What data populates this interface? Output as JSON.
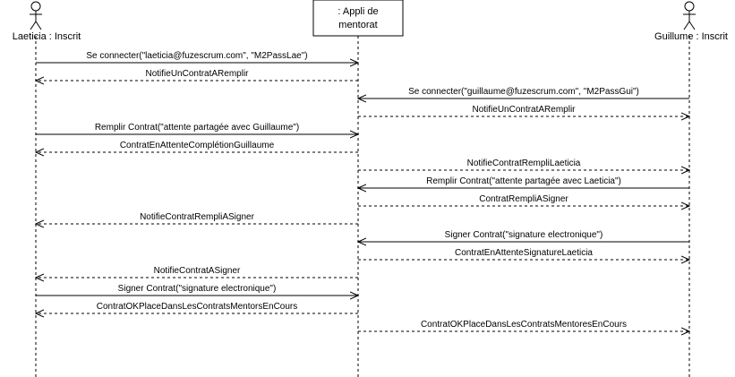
{
  "actors": {
    "left": {
      "label": "Laeticia : Inscrit"
    },
    "right": {
      "label": "Guillume : Inscrit"
    }
  },
  "system": {
    "line1": ": Appli de",
    "line2": "mentorat"
  },
  "messages": [
    {
      "label": "Se connecter(\"laeticia@fuzescrum.com\", \"M2PassLae\")",
      "from": "laeticia",
      "to": "appli",
      "kind": "solid"
    },
    {
      "label": "NotifieUnContratARemplir",
      "from": "appli",
      "to": "laeticia",
      "kind": "dashed"
    },
    {
      "label": "Se connecter(\"guillaume@fuzescrum.com\", \"M2PassGui\")",
      "from": "guillaume",
      "to": "appli",
      "kind": "solid"
    },
    {
      "label": "NotifieUnContratARemplir",
      "from": "appli",
      "to": "guillaume",
      "kind": "dashed"
    },
    {
      "label": "Remplir Contrat(\"attente partagée avec Guillaume\")",
      "from": "laeticia",
      "to": "appli",
      "kind": "solid"
    },
    {
      "label": "ContratEnAttenteComplétionGuillaume",
      "from": "appli",
      "to": "laeticia",
      "kind": "dashed"
    },
    {
      "label": "NotifieContratRempliLaeticia",
      "from": "appli",
      "to": "guillaume",
      "kind": "dashed"
    },
    {
      "label": "Remplir Contrat(\"attente partagée avec Laeticia\")",
      "from": "guillaume",
      "to": "appli",
      "kind": "solid"
    },
    {
      "label": "ContratRempliASigner",
      "from": "appli",
      "to": "guillaume",
      "kind": "dashed"
    },
    {
      "label": "NotifieContratRempliASigner",
      "from": "appli",
      "to": "laeticia",
      "kind": "dashed"
    },
    {
      "label": "Signer Contrat(\"signature electronique\")",
      "from": "guillaume",
      "to": "appli",
      "kind": "solid"
    },
    {
      "label": "ContratEnAttenteSignatureLaeticia",
      "from": "appli",
      "to": "guillaume",
      "kind": "dashed"
    },
    {
      "label": "NotifieContratASigner",
      "from": "appli",
      "to": "laeticia",
      "kind": "dashed"
    },
    {
      "label": "Signer Contrat(\"signature electronique\")",
      "from": "laeticia",
      "to": "appli",
      "kind": "solid"
    },
    {
      "label": "ContratOKPlaceDansLesContratsMentorsEnCours",
      "from": "appli",
      "to": "laeticia",
      "kind": "dashed"
    },
    {
      "label": "ContratOKPlaceDansLesContratsMentoresEnCours",
      "from": "appli",
      "to": "guillaume",
      "kind": "dashed"
    }
  ]
}
